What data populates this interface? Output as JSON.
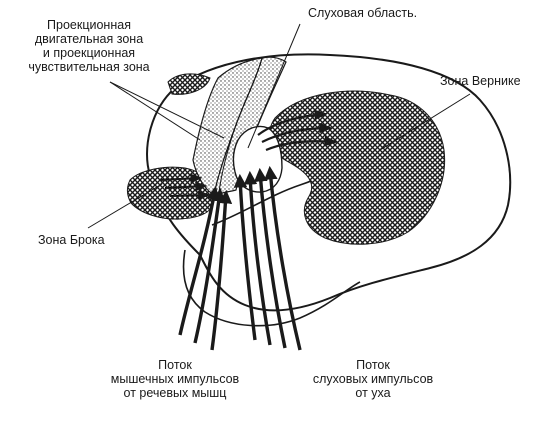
{
  "labels": {
    "projection_zone": [
      "Проекционная",
      "двигательная зона",
      "и проекционная",
      "чувствительная зона"
    ],
    "auditory_area": "Слуховая область.",
    "wernicke": "Зона Вернике",
    "broca": "Зона Брока",
    "muscle_flow": [
      "Поток",
      "мышечных импульсов",
      "от речевых мышц"
    ],
    "auditory_flow": [
      "Поток",
      "слуховых импульсов",
      "от уха"
    ]
  },
  "colors": {
    "ink": "#1a1a1a",
    "background": "#ffffff"
  }
}
